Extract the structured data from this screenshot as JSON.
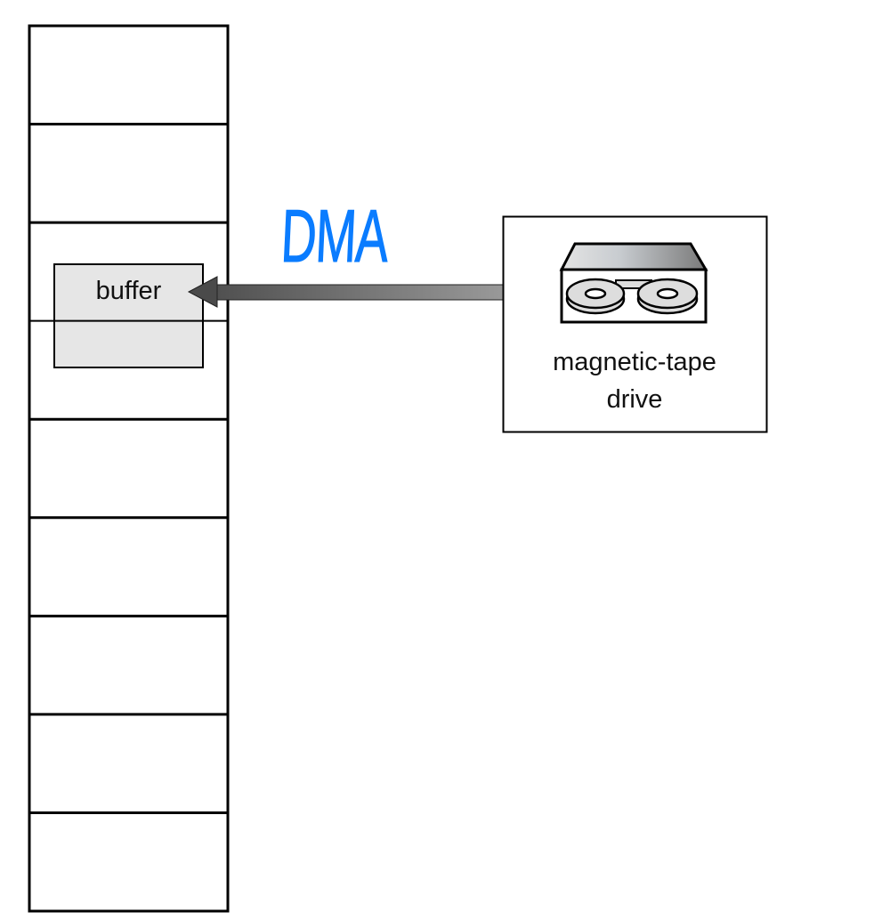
{
  "memory": {
    "cell_count": 9
  },
  "buffer": {
    "label": "buffer",
    "fill": "#e6e6e6"
  },
  "transfer": {
    "label": "DMA",
    "label_color": "#0a7cff",
    "direction": "device-to-buffer"
  },
  "device": {
    "label_line1": "magnetic-tape",
    "label_line2": "drive",
    "icon": "tape-drive-icon"
  }
}
